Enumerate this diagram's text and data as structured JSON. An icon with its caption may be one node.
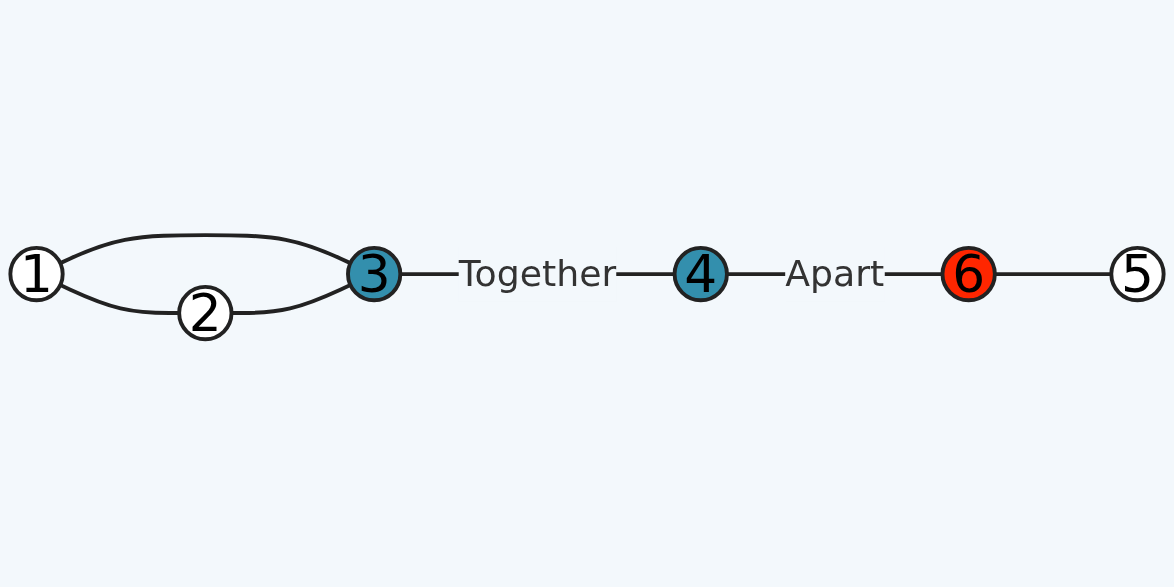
{
  "diagram": {
    "nodes": [
      {
        "text": [
          "1"
        ]
      },
      {
        "text": [
          "2"
        ]
      },
      {
        "text": [
          "3"
        ]
      },
      {
        "text": [
          "4"
        ]
      },
      {
        "text": [
          "5"
        ]
      },
      {
        "text": [
          "6"
        ]
      }
    ],
    "edges": [
      {
        "from": 0,
        "to": 2,
        "arrow": "none"
      },
      {
        "from": 0,
        "to": 1,
        "arrow": "none"
      },
      {
        "from": 1,
        "to": 2,
        "arrow": "none"
      },
      {
        "from": 2,
        "to": 3,
        "arrow": "none",
        "label": "Together"
      },
      {
        "from": 3,
        "to": 5,
        "arrow": "none",
        "label": "Apart"
      },
      {
        "from": 5,
        "to": 4,
        "arrow": "none"
      }
    ]
  }
}
